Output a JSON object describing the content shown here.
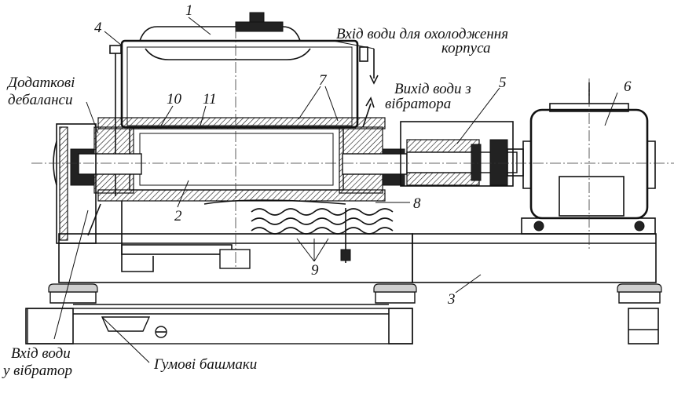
{
  "labels": {
    "n1": "1",
    "n2": "2",
    "n3": "3",
    "n4": "4",
    "n5": "5",
    "n6": "6",
    "n7": "7",
    "n8": "8",
    "n9": "9",
    "n10": "10",
    "n11": "11",
    "extra_unbalances_line1": "Додаткові",
    "extra_unbalances_line2": "дебаланси",
    "water_in_body_line1": "Вхід води для охолодження",
    "water_in_body_line2": "корпуса",
    "water_out_line1": "Вихід води з",
    "water_out_line2": "вібратора",
    "water_in_vibrator_line1": "Вхід води",
    "water_in_vibrator_line2": "у вібратор",
    "rubber_shoes": "Гумові башмаки"
  }
}
